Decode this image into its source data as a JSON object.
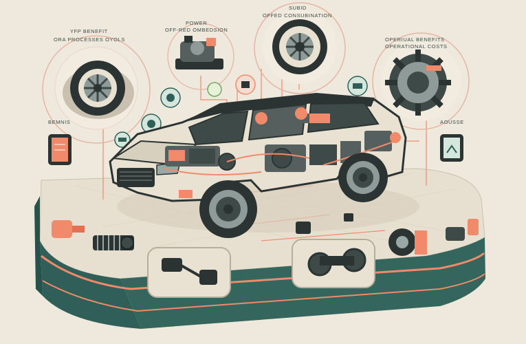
{
  "labels": {
    "top_left_1": "YFP BENEFIT",
    "top_left_2": "ORA PROCESSES OYOLS",
    "power_1": "POWER",
    "power_2": "OFF-RED OMBEDSION",
    "center_1": "SUBID",
    "center_2": "OFFED CONSUBINATION",
    "right_1": "OPERIUAL BENEFITS",
    "right_2": "OPERATIONAL COSTS",
    "left_side": "BEMNIS",
    "right_side": "AOUSSE"
  },
  "colors": {
    "background": "#efe9dd",
    "teal": "#2f5f58",
    "coral": "#f08a6a",
    "cream": "#e9e2d3",
    "dark": "#2b3433"
  },
  "icons": [
    "tire-icon",
    "engine-icon",
    "gear-icon",
    "battery-icon",
    "connector-icon",
    "smartphone-icon",
    "tablet-icon"
  ]
}
